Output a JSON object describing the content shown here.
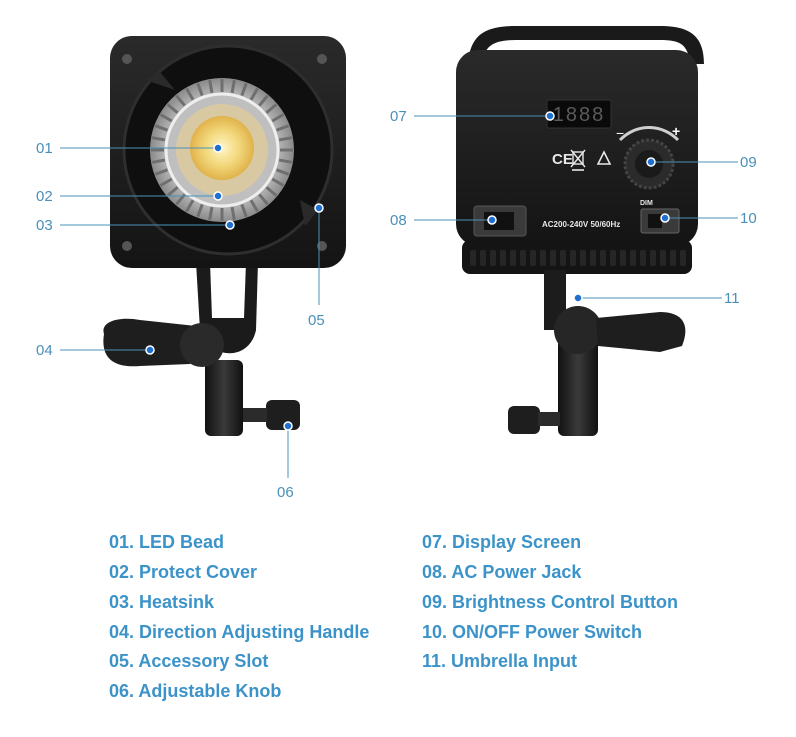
{
  "callouts": {
    "c01": "01",
    "c02": "02",
    "c03": "03",
    "c04": "04",
    "c05": "05",
    "c06": "06",
    "c07": "07",
    "c08": "08",
    "c09": "09",
    "c10": "10",
    "c11": "11"
  },
  "panel": {
    "display_digits": "1888",
    "power_rating": "AC200-240V  50/60Hz",
    "dim_label": "DIM",
    "minus": "−",
    "plus": "+",
    "ce_mark": "CE"
  },
  "legend": {
    "left": [
      "01. LED Bead",
      "02. Protect Cover",
      "03. Heatsink",
      "04. Direction Adjusting Handle",
      "05. Accessory Slot",
      "06. Adjustable Knob"
    ],
    "right": [
      "07. Display Screen",
      "08. AC Power Jack",
      "09. Brightness Control Button",
      "10. ON/OFF Power Switch",
      "11. Umbrella Input"
    ]
  },
  "colors": {
    "accent": "#3b93c9",
    "dot": "#1e6fd0",
    "body": "#1c1c1c",
    "led": "#f2d77a"
  }
}
